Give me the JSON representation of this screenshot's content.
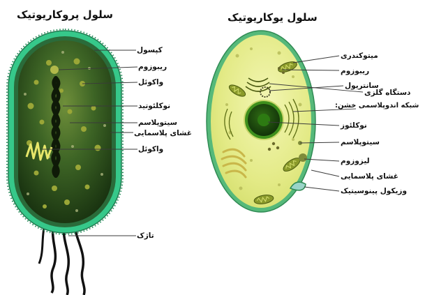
{
  "prokaryote": {
    "title": "سلول پروکاریوتیک",
    "labels": {
      "capsule": "کپسول",
      "ribosome": "ریبوزوم",
      "vacuole_top": "واکوئل",
      "nucleoid": "نوکلئوتید",
      "cytoplasm": "سیتوپلاسم",
      "plasma_membrane": "غشای پلاسمایی",
      "vacuole_bottom": "واکوئل",
      "flagellum": "تاژک"
    }
  },
  "eukaryote": {
    "title": "سلول یوکاریوتیک",
    "labels": {
      "mitochondria": "میتوکندری",
      "ribosome": "ریبوزوم",
      "centriole": "سانتریول",
      "golgi": "دستگاه گلزی",
      "smooth_er": "شبکه اندوپلاسمی خشن:",
      "nucleolus": "نوکلئوز",
      "cytoplasm": "سیتوپلاسم",
      "lysosome": "لیزوزوم",
      "plasma_membrane": "غشای پلاسمایی",
      "pinocytic_vesicle": "وزیکول پینوسیتیک"
    }
  },
  "colors": {
    "pro_outer": "#35c48a",
    "pro_dark": "#1d3b14",
    "pro_mid": "#2e5a1f",
    "euk_fill": "#e9ef8a",
    "euk_membrane": "#5bbf7e",
    "nucleus_dark": "#1f4a10",
    "nucleus_inner": "#3f8a1a",
    "leader": "#3a3a3a"
  }
}
